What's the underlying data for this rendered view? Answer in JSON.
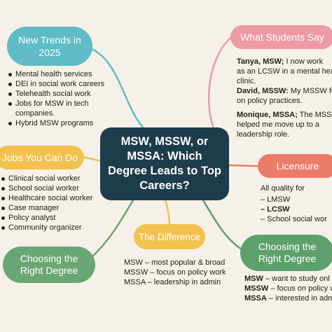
{
  "center": {
    "title": "MSW, MSSW, or MSSA: Which Degree Leads to Top Careers?"
  },
  "new_trends": {
    "label": "New Trends in 2025",
    "items": [
      "Mental health services",
      "DEI in social work careers",
      "Telehealth social work",
      "Jobs for MSW in tech companies.",
      "Hybrid MSW programs"
    ]
  },
  "students": {
    "label": "What Students Say",
    "quotes": [
      {
        "name": "Tanya, MSW;",
        "lines": [
          "I now work",
          "as an LCSW in a mental heal",
          "clinic."
        ]
      },
      {
        "name": "David, MSSW:",
        "lines": [
          "My MSSW fo",
          "on policy practices."
        ]
      },
      {
        "name": "Monique, MSSA;",
        "lines": [
          "The MSSA",
          "helped me move up to a",
          "leadership role."
        ]
      }
    ]
  },
  "jobs": {
    "label": "Jobs You Can Do",
    "items": [
      "Clinical social worker",
      "School social worker",
      "Healthcare social worker",
      "Case manager",
      "Policy analyst",
      "Community organizer"
    ]
  },
  "licensure": {
    "label": "Licensure",
    "intro": "All quality for",
    "items": [
      "– LMSW",
      "– LCSW",
      "– School social wor"
    ]
  },
  "difference": {
    "label": "The Difference",
    "items": [
      {
        "term": "MSW",
        "desc": " – most popular & broad"
      },
      {
        "term": "MSSW",
        "desc": " – focus on policy work"
      },
      {
        "term": "MSSA",
        "desc": " – leadership in admin"
      }
    ]
  },
  "choosing_left": {
    "label": "Choosing the Right Degree"
  },
  "choosing_right": {
    "label": "Choosing the Right Degree",
    "items": [
      {
        "term": "MSW",
        "desc": " – want to study onl"
      },
      {
        "term": "MSSW",
        "desc": " – focus on policy w"
      },
      {
        "term": "MSSA",
        "desc": " – interested in adm"
      }
    ]
  },
  "colors": {
    "teal": "#5fbcc6",
    "pink": "#ee9aa4",
    "yellow": "#f3c24e",
    "coral": "#ec7c6a",
    "green": "#6aa673",
    "navy": "#1d3c4c",
    "background": "#f6f1e8"
  }
}
